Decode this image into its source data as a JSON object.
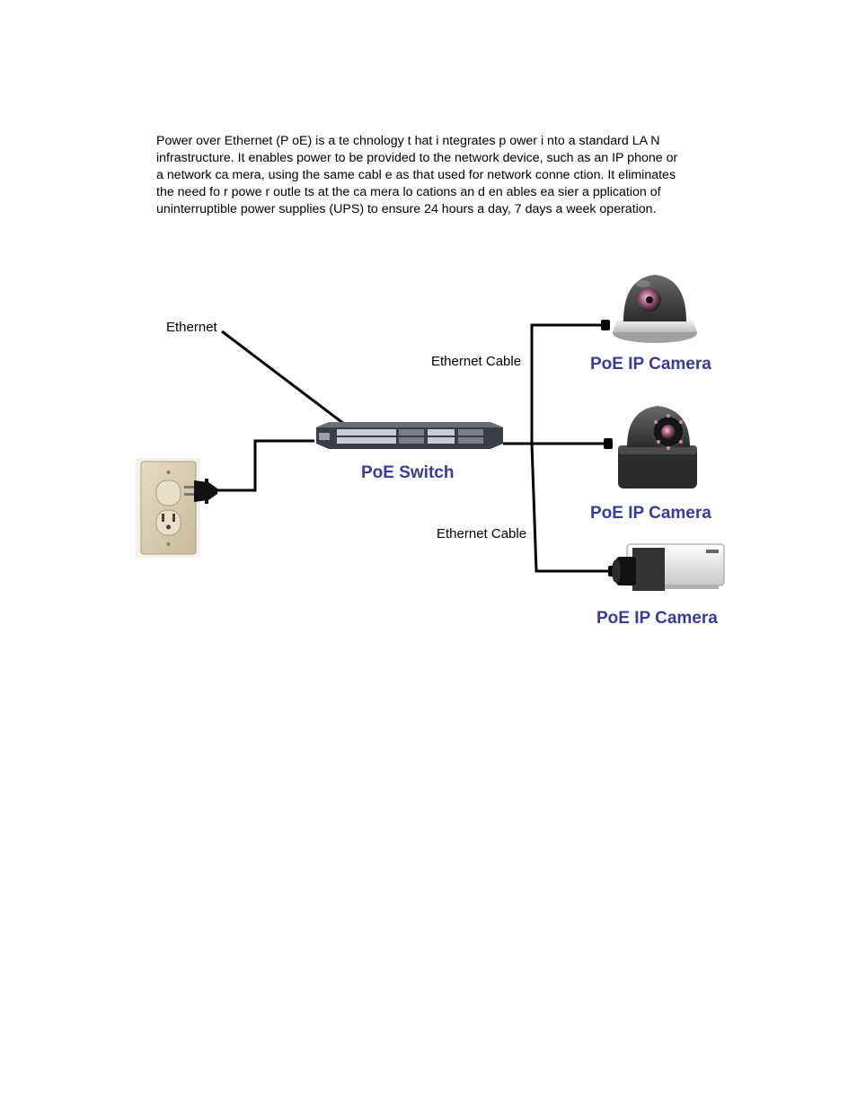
{
  "paragraph": {
    "lines": [
      "Power over   Ethernet (P oE) is a te   chnology t hat i ntegrates p ower i nto a   standard LA N",
      "infrastructure. It enables power to be provided to the network device, such as an IP phone or",
      "a network ca mera, using the same cabl e as that  used for network conne ction. It eliminates",
      "the need fo  r powe r outle ts at the ca    mera lo cations an d en ables ea sier a pplication of",
      "uninterruptible power supplies (UPS) to ensure 24 hours a day, 7 days a week operation."
    ]
  },
  "diagram": {
    "ethernet_label": "Ethernet",
    "switch_label": "PoE Switch",
    "cable_label_top": "Ethernet Cable",
    "cable_label_bottom": "Ethernet Cable",
    "camera_labels": [
      "PoE IP Camera",
      "PoE IP Camera",
      "PoE IP Camera"
    ],
    "colors": {
      "label_blue": "#3a3b9a",
      "wall_plate": "#d9ccb0",
      "switch_body": "#3a3d47"
    }
  }
}
